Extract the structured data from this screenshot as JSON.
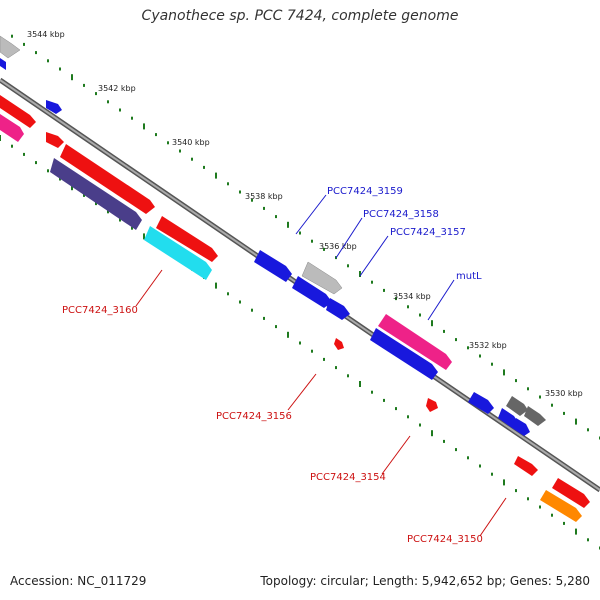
{
  "title": "Cyanothece sp. PCC 7424, complete genome",
  "footer": {
    "accession": "Accession: NC_011729",
    "summary": "Topology: circular; Length: 5,942,652 bp; Genes: 5,280"
  },
  "ticks": [
    {
      "label": "3544 kbp"
    },
    {
      "label": "3542 kbp"
    },
    {
      "label": "3540 kbp"
    },
    {
      "label": "3538 kbp"
    },
    {
      "label": "3536 kbp"
    },
    {
      "label": "3534 kbp"
    },
    {
      "label": "3532 kbp"
    },
    {
      "label": "3530 kbp"
    }
  ],
  "gene_labels": [
    {
      "text": "PCC7424_3159",
      "color": "blue"
    },
    {
      "text": "PCC7424_3158",
      "color": "blue"
    },
    {
      "text": "PCC7424_3157",
      "color": "blue"
    },
    {
      "text": "mutL",
      "color": "blue"
    },
    {
      "text": "PCC7424_3160",
      "color": "red"
    },
    {
      "text": "PCC7424_3156",
      "color": "red"
    },
    {
      "text": "PCC7424_3154",
      "color": "red"
    },
    {
      "text": "PCC7424_3150",
      "color": "red"
    }
  ],
  "colors": {
    "backbone": "#777777",
    "tick_dots": "#1e7a1e",
    "gene_red": "#ee1111",
    "gene_blue": "#1818dd",
    "gene_grey": "#bbbbbb",
    "gene_darkgrey": "#666666",
    "gene_pink": "#ee2288",
    "gene_purple": "#4a3e8a",
    "gene_cyan": "#22ddee",
    "gene_orange": "#ff8800",
    "label_blue": "#1a1acc",
    "label_red": "#cc1111"
  }
}
